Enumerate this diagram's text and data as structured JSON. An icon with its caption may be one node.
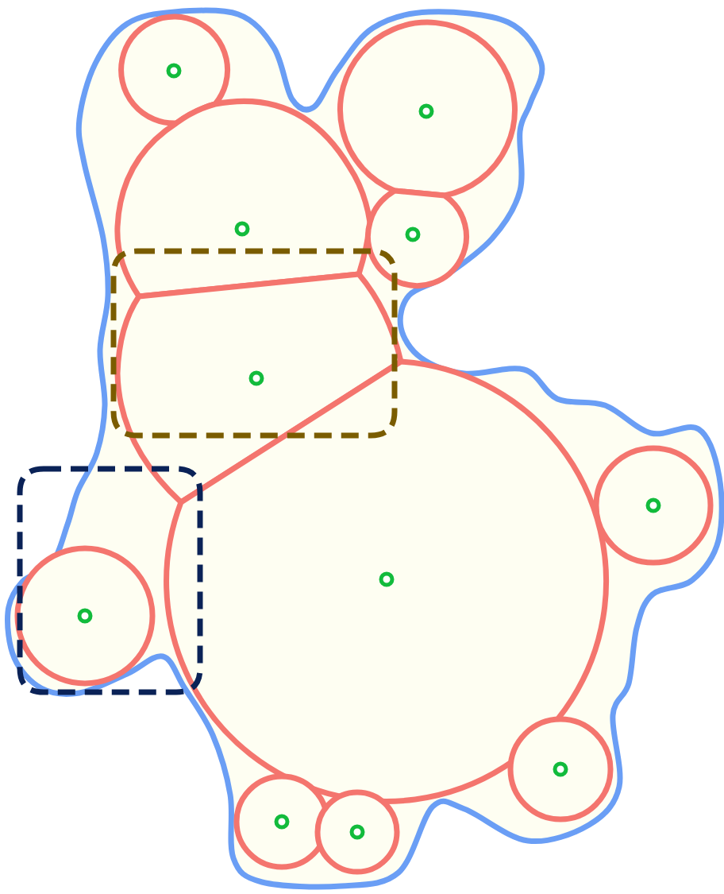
{
  "diagram": {
    "nodes": [
      {
        "text": [],
        "shape": "cloud"
      },
      {
        "text": [],
        "shape": "circle",
        "in": 0
      },
      {
        "text": [],
        "shape": "circle",
        "in": 0
      },
      {
        "text": [],
        "shape": "circle",
        "in": 0
      },
      {
        "text": [],
        "shape": "circle",
        "in": 0
      },
      {
        "text": [],
        "shape": "box",
        "in": 0
      },
      {
        "text": [],
        "shape": "circle",
        "in": 0
      },
      {
        "text": [],
        "shape": "box",
        "in": 0
      },
      {
        "text": [],
        "shape": "circle",
        "in": 0
      },
      {
        "text": [],
        "shape": "circle",
        "in": 0
      },
      {
        "text": [],
        "shape": "circle",
        "in": 7
      },
      {
        "text": [],
        "shape": "circle",
        "in": 0
      },
      {
        "text": [],
        "shape": "circle",
        "in": 0
      },
      {
        "text": [],
        "shape": "circle",
        "in": 0
      }
    ]
  }
}
